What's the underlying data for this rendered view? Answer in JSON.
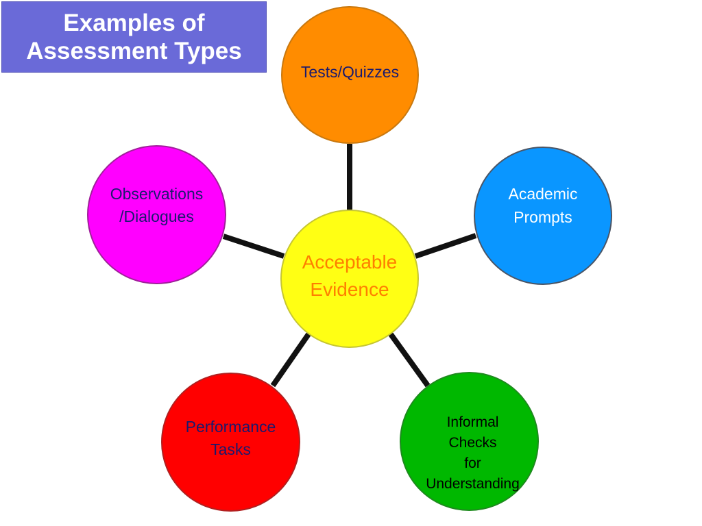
{
  "title": {
    "line1": "Examples of",
    "line2": "Assessment Types"
  },
  "center": {
    "label": "Acceptable\nEvidence"
  },
  "nodes": {
    "tests": {
      "label": "Tests/Quizzes",
      "color": "#ff8c00"
    },
    "academic": {
      "label": "Academic\nPrompts",
      "color": "#0a96ff"
    },
    "observations": {
      "label": "Observations\n/Dialogues",
      "color": "#ff00ff"
    },
    "performance": {
      "label": "Performance\nTasks",
      "color": "#ff0000"
    },
    "informal": {
      "label": "Informal\nChecks\nfor\nUnderstanding",
      "color": "#00b800"
    }
  },
  "colors": {
    "title_bg": "#6a6ad8",
    "center_fill": "#ffff14",
    "center_text": "#ff7f00",
    "connector": "#111111"
  }
}
